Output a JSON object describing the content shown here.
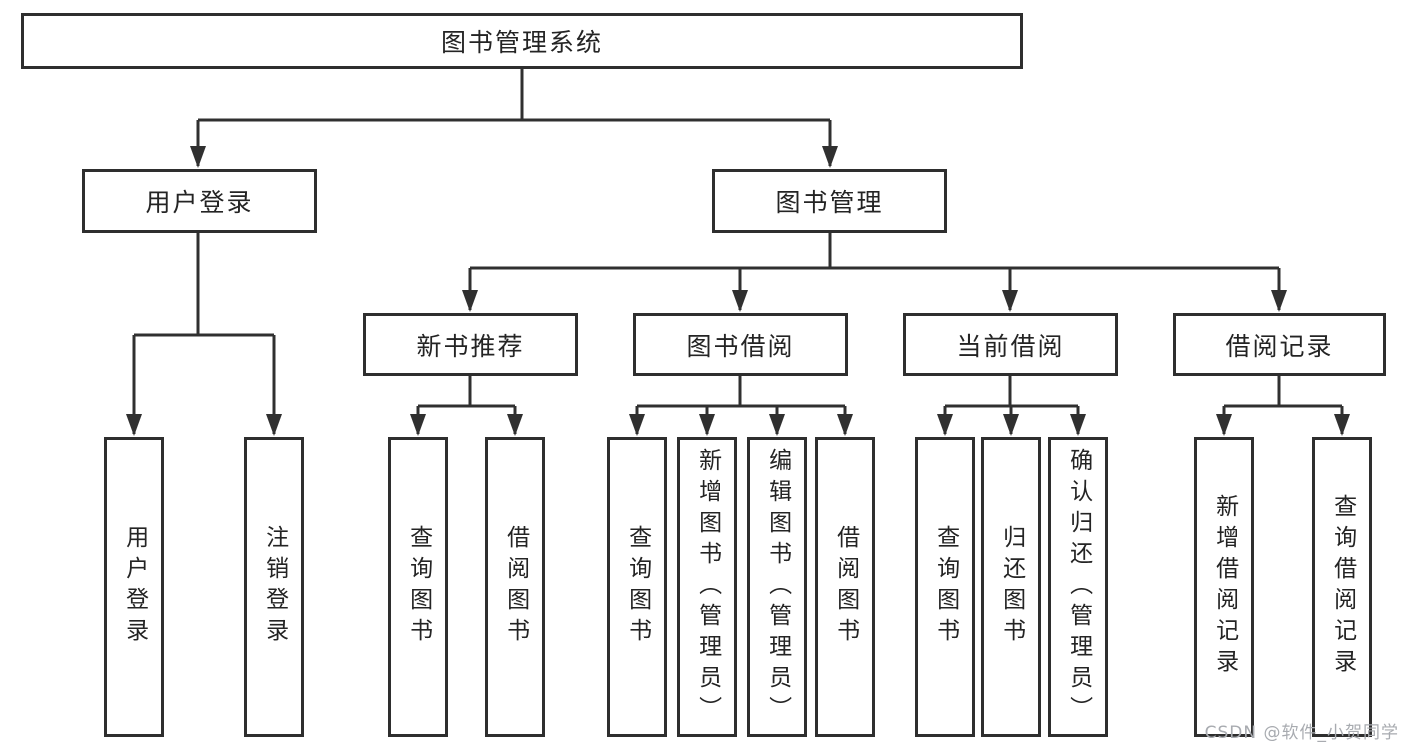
{
  "diagram_type": "hierarchy-tree",
  "tree": {
    "root": {
      "label": "图书管理系统"
    },
    "branches": [
      {
        "label": "用户登录",
        "children": [
          {
            "label": "用户登录"
          },
          {
            "label": "注销登录"
          }
        ]
      },
      {
        "label": "图书管理",
        "children": [
          {
            "label": "新书推荐",
            "children": [
              {
                "label": "查询图书"
              },
              {
                "label": "借阅图书"
              }
            ]
          },
          {
            "label": "图书借阅",
            "children": [
              {
                "label": "查询图书"
              },
              {
                "label": "新增图书（管理员）"
              },
              {
                "label": "编辑图书（管理员）"
              },
              {
                "label": "借阅图书"
              }
            ]
          },
          {
            "label": "当前借阅",
            "children": [
              {
                "label": "查询图书"
              },
              {
                "label": "归还图书"
              },
              {
                "label": "确认归还（管理员）"
              }
            ]
          },
          {
            "label": "借阅记录",
            "children": [
              {
                "label": "新增借阅记录"
              },
              {
                "label": "查询借阅记录"
              }
            ]
          }
        ]
      }
    ]
  },
  "watermark": {
    "text": "CSDN @软件_小贺同学"
  },
  "colors": {
    "line": "#303030",
    "box_border": "#2e2e2e",
    "box_fill": "#ffffff",
    "text": "#242424",
    "watermark_text": "#a8abb0",
    "background": "#ffffff"
  }
}
